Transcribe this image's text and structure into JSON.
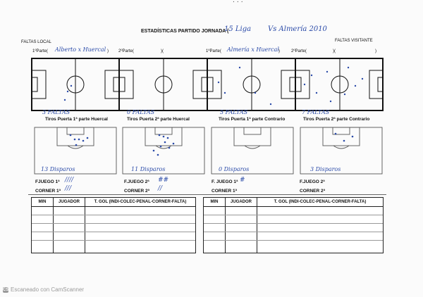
{
  "doc": {
    "top_scrawl": "...",
    "title": "ESTADÍSTICAS PARTIDO JORNADA (",
    "title_hand": "15 Liga",
    "title_vs": "Vs Almería 2010",
    "faltas_local": "FALTAS LOCAL",
    "faltas_visitante": "FALTAS VISITANTE",
    "periods": [
      {
        "label": "1ºParte(",
        "hand": "Alberto x Huercal",
        "close": ")"
      },
      {
        "label": "2ºParte(",
        "hand": "",
        "close": ")("
      },
      {
        "label": "1ºParte(",
        "hand": "Almería x Huercal",
        "close": ")"
      },
      {
        "label": "2ºParte(",
        "hand": "",
        "close": ")("
      }
    ],
    "fouls_hand": [
      "3 FALTAS",
      "0 FALTAS",
      "5 FALTAS",
      "7 FALTAS"
    ],
    "shots_titles": [
      "Tiros Puerta 1ª parte Huercal",
      "Tiros Puerta 2ª parte Huercal",
      "Tiros Puerta 1ª parte Contrario",
      "Tiros Puerta 2ª parte Contrario"
    ],
    "disparos_hand": [
      "13 Disparos",
      "11 Disparos",
      "0 Disparos",
      "3 Disparos"
    ],
    "fjuego_labels": [
      "FJUEGO 1ª",
      "F.JUEGO 2ª",
      "F. JUEGO 1ª",
      "F.JUEGO 2ª"
    ],
    "fjuego_hand": [
      "////",
      "##",
      "#",
      ""
    ],
    "corner_labels": [
      "CORNER 1ª",
      "CORNER 2ª",
      "CORNER 1ª",
      "CORNER 2ª"
    ],
    "corner_hand": [
      "///",
      "//",
      "",
      ""
    ],
    "table_headers": [
      "MIN",
      "JUGADOR",
      "T. GOL (INDI-COLEC-PENAL-CORNER-FALTA)"
    ],
    "scanner_text": "Escaneado con CamScanner"
  },
  "colors": {
    "ink": "#111111",
    "pen": "#2a4aa8"
  }
}
